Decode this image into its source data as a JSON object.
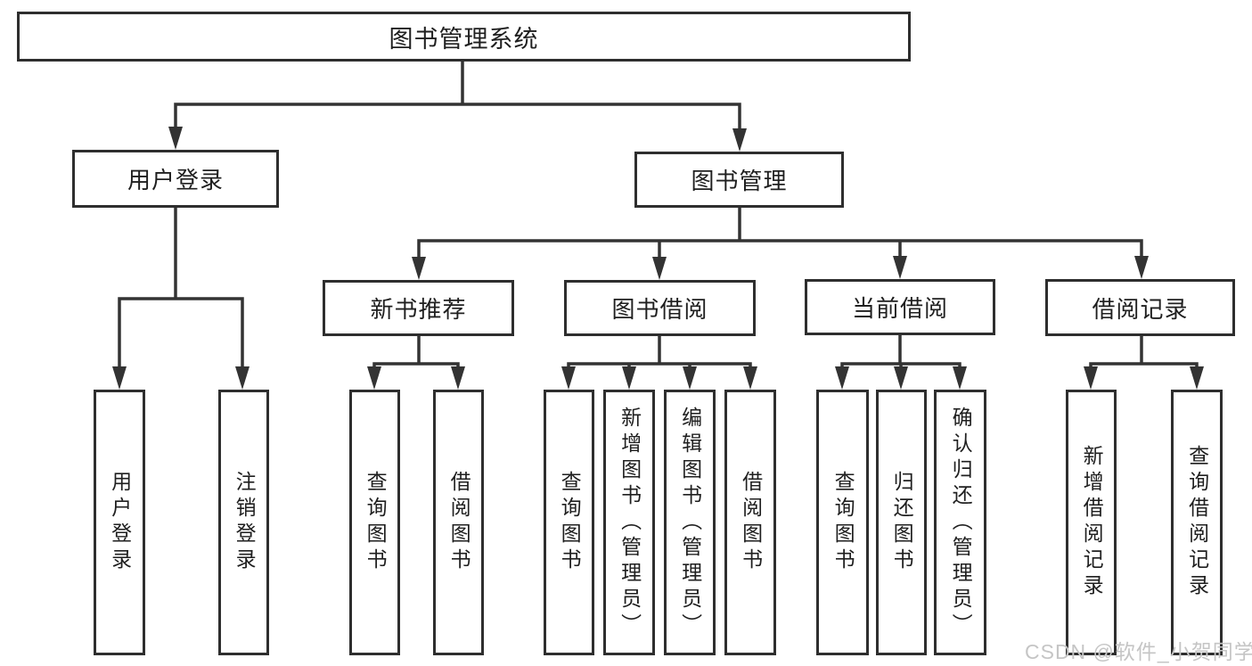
{
  "diagram": {
    "type": "hierarchy-tree",
    "root": {
      "label": "图书管理系统",
      "children": [
        {
          "label": "用户登录",
          "children": [
            {
              "label": "用户登录"
            },
            {
              "label": "注销登录"
            }
          ]
        },
        {
          "label": "图书管理",
          "children": [
            {
              "label": "新书推荐",
              "children": [
                {
                  "label": "查询图书"
                },
                {
                  "label": "借阅图书"
                }
              ]
            },
            {
              "label": "图书借阅",
              "children": [
                {
                  "label": "查询图书"
                },
                {
                  "label": "新增图书（管理员）"
                },
                {
                  "label": "编辑图书（管理员）"
                },
                {
                  "label": "借阅图书"
                }
              ]
            },
            {
              "label": "当前借阅",
              "children": [
                {
                  "label": "查询图书"
                },
                {
                  "label": "归还图书"
                },
                {
                  "label": "确认归还（管理员）"
                }
              ]
            },
            {
              "label": "借阅记录",
              "children": [
                {
                  "label": "新增借阅记录"
                },
                {
                  "label": "查询借阅记录"
                }
              ]
            }
          ]
        }
      ]
    }
  },
  "watermark": "CSDN @软件_小贺同学",
  "colors": {
    "line": "#333333",
    "border": "#2e2e2e",
    "box_bg": "#ffffff",
    "background": "#ffffff",
    "text": "#1f1f1f",
    "watermark": "#c5c5c5"
  }
}
